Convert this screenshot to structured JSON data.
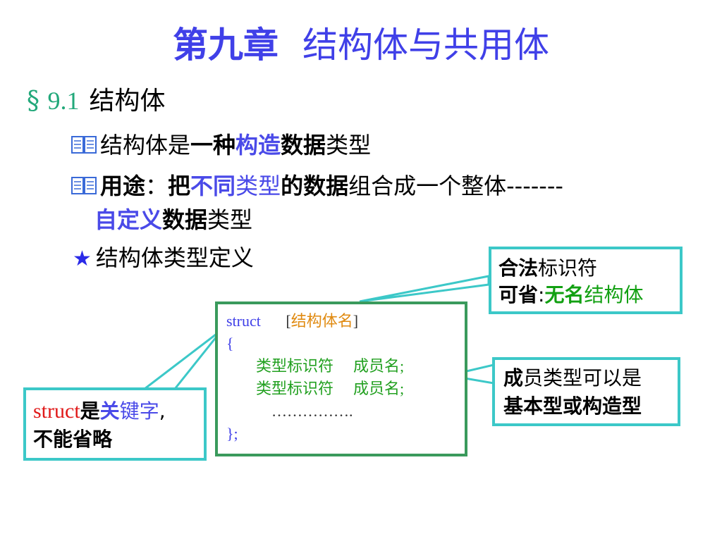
{
  "title": {
    "part1": "第九章",
    "part2": "结构体与共用体"
  },
  "section": {
    "mark": "§",
    "number": "9.1",
    "label": "结构体"
  },
  "bullets": [
    {
      "icon": "book-icon",
      "parts": [
        "结构体是",
        "一种",
        "构造",
        "数据",
        "类型"
      ]
    },
    {
      "icon": "book-icon",
      "parts": [
        "用途",
        "：",
        "把",
        "不同",
        "类型",
        "的",
        "数据",
        "组合成一个整体-------"
      ]
    },
    {
      "parts": [
        "自定义",
        "数据",
        "类型"
      ]
    },
    {
      "icon": "star-icon",
      "parts": [
        "结构体类型定义"
      ]
    }
  ],
  "code": {
    "keyword": "struct",
    "open_bracket": "[",
    "optional_name": "结构体名",
    "close_bracket": "]",
    "open_brace": "{",
    "member1_type": "类型标识符",
    "member1_name": "成员名;",
    "member2_type": "类型标识符",
    "member2_name": "成员名;",
    "ellipsis": "…………….",
    "close_brace": "};"
  },
  "callouts": {
    "identifier": {
      "l1a": "合法",
      "l1b": "标识符",
      "l2a": "可省",
      "l2b": ":",
      "l2c": "无名",
      "l2d": "结构体"
    },
    "member": {
      "l1a": "成",
      "l1b": "员类型可以是",
      "l2": "基本型或构造型"
    },
    "struct_kw": {
      "l1a": "struct",
      "l1b": "是",
      "l1c": "关",
      "l1d": "键字",
      "l1e": ",",
      "l2": "不能省略"
    }
  },
  "colors": {
    "title": "#4040e8",
    "section": "#22a87a",
    "callout_border": "#3cc8c8",
    "code_border": "#3a9a5c",
    "accent_red": "#e01818",
    "accent_green": "#12a012",
    "optional_orange": "#e08a10"
  }
}
